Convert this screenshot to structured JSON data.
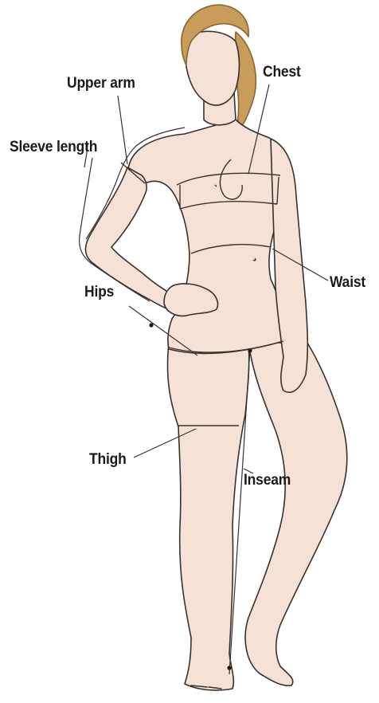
{
  "labels": {
    "upper_arm": "Upper arm",
    "chest": "Chest",
    "sleeve_length": "Sleeve length",
    "waist": "Waist",
    "hips": "Hips",
    "thigh": "Thigh",
    "inseam": "Inseam"
  },
  "colors": {
    "skin": "#f5e1d6",
    "outline": "#3a302c",
    "hair": "#c89d5a",
    "hair_dark": "#a97e3e",
    "leader_line": "#333333"
  }
}
